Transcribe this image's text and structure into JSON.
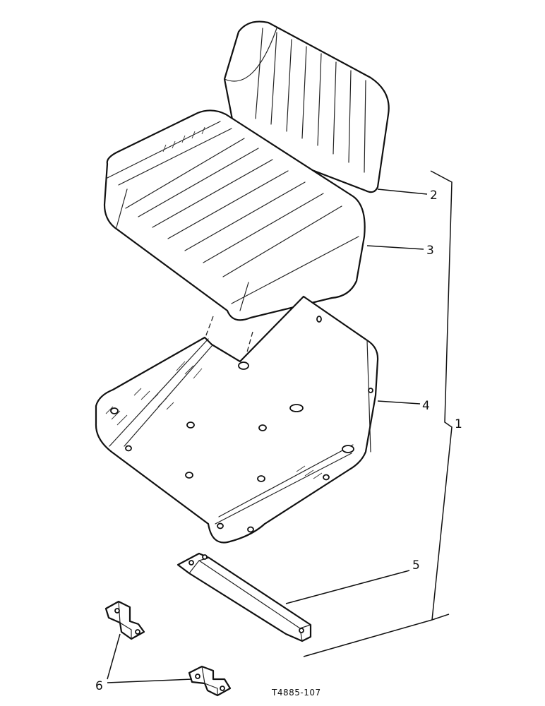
{
  "callouts": {
    "c1": "1",
    "c2": "2",
    "c3": "3",
    "c4": "4",
    "c5": "5",
    "c6": "6"
  },
  "reference_code": "T4885-107",
  "parts": [
    {
      "callout": "1",
      "item": "seat-assembly"
    },
    {
      "callout": "2",
      "item": "backrest-cushion"
    },
    {
      "callout": "3",
      "item": "seat-cushion"
    },
    {
      "callout": "4",
      "item": "seat-pan"
    },
    {
      "callout": "5",
      "item": "mounting-bar"
    },
    {
      "callout": "6",
      "item": "mounting-bracket"
    }
  ]
}
